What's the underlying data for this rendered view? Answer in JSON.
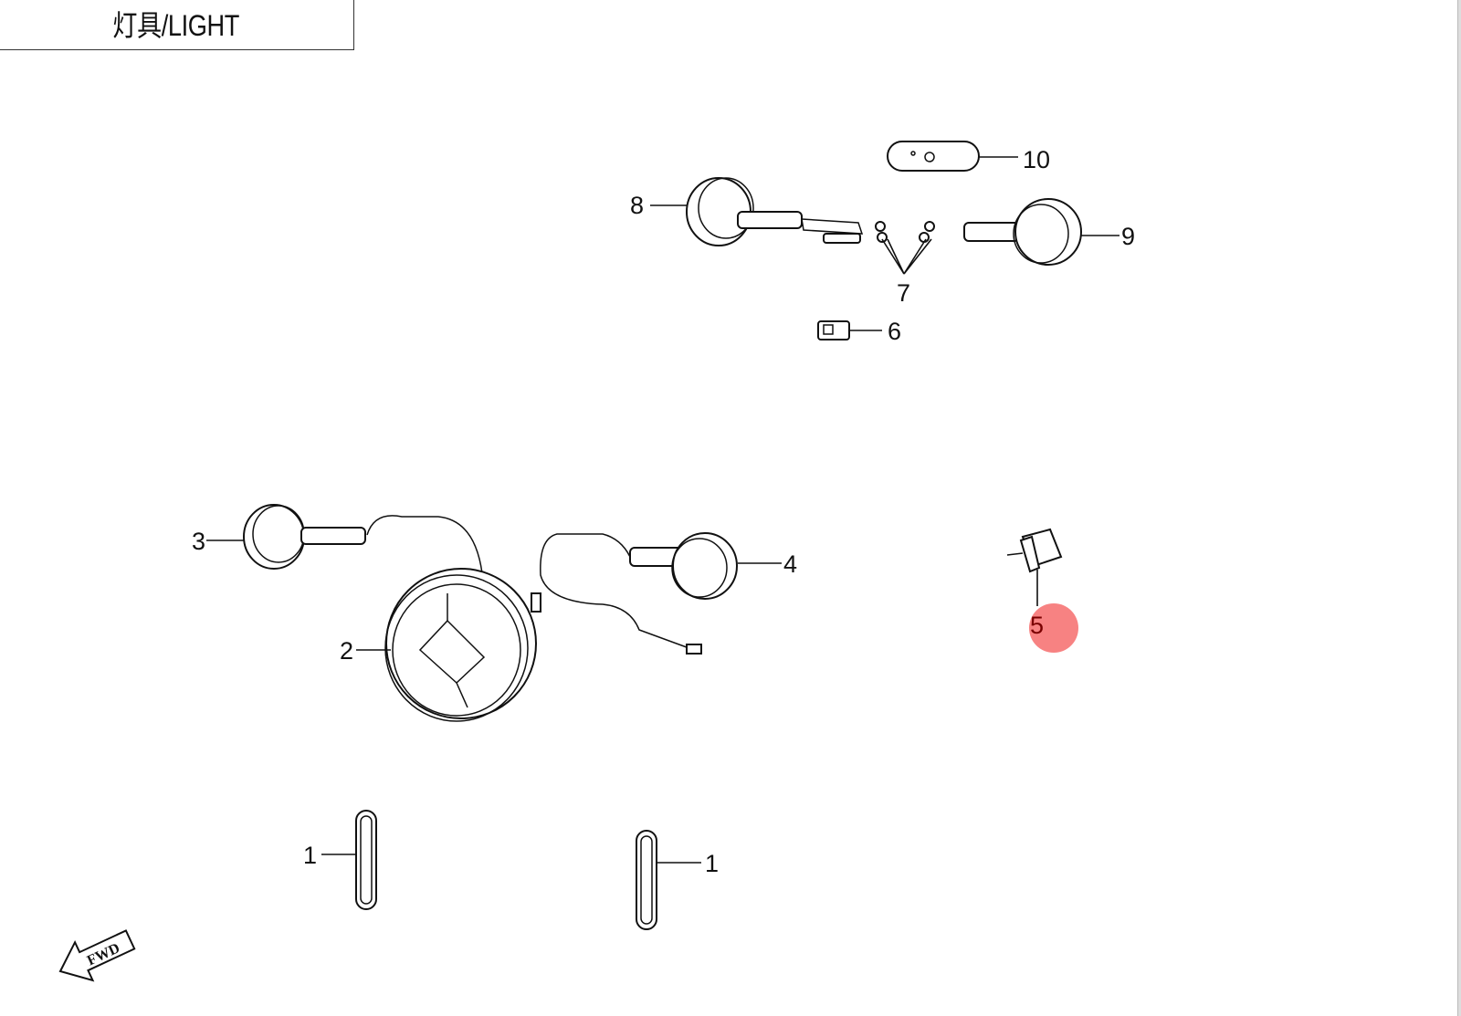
{
  "diagram": {
    "title": "灯具/LIGHT",
    "callouts": {
      "p1a": "1",
      "p1b": "1",
      "p2": "2",
      "p3": "3",
      "p4": "4",
      "p5": "5",
      "p6": "6",
      "p7": "7",
      "p8": "8",
      "p9": "9",
      "p10": "10"
    },
    "fwd_label": "FWD",
    "highlight_color": "#f77b7b"
  }
}
